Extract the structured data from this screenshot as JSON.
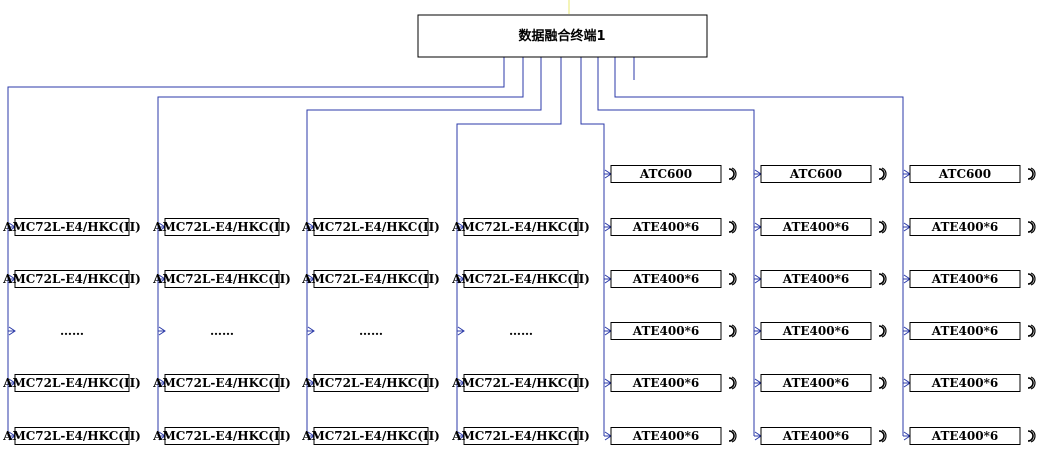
{
  "terminal": {
    "label": "数据融合终端1"
  },
  "colors": {
    "wire": "#2b3aa8",
    "box_border": "#000000",
    "top_tick": "#e8e870"
  },
  "left_columns": [
    {
      "items": [
        "AMC72L-E4/HKC(II)",
        "AMC72L-E4/HKC(II)",
        "……",
        "AMC72L-E4/HKC(II)",
        "AMC72L-E4/HKC(II)"
      ]
    },
    {
      "items": [
        "AMC72L-E4/HKC(II)",
        "AMC72L-E4/HKC(II)",
        "……",
        "AMC72L-E4/HKC(II)",
        "AMC72L-E4/HKC(II)"
      ]
    },
    {
      "items": [
        "AMC72L-E4/HKC(II)",
        "AMC72L-E4/HKC(II)",
        "……",
        "AMC72L-E4/HKC(II)",
        "AMC72L-E4/HKC(II)"
      ]
    },
    {
      "items": [
        "AMC72L-E4/HKC(II)",
        "AMC72L-E4/HKC(II)",
        "……",
        "AMC72L-E4/HKC(II)",
        "AMC72L-E4/HKC(II)"
      ]
    }
  ],
  "right_columns": [
    {
      "items": [
        "ATC600",
        "ATE400*6",
        "ATE400*6",
        "ATE400*6",
        "ATE400*6",
        "ATE400*6"
      ]
    },
    {
      "items": [
        "ATC600",
        "ATE400*6",
        "ATE400*6",
        "ATE400*6",
        "ATE400*6",
        "ATE400*6"
      ]
    },
    {
      "items": [
        "ATC600",
        "ATE400*6",
        "ATE400*6",
        "ATE400*6",
        "ATE400*6",
        "ATE400*6"
      ]
    }
  ],
  "sensor_icon": "wireless-sensor-icon"
}
